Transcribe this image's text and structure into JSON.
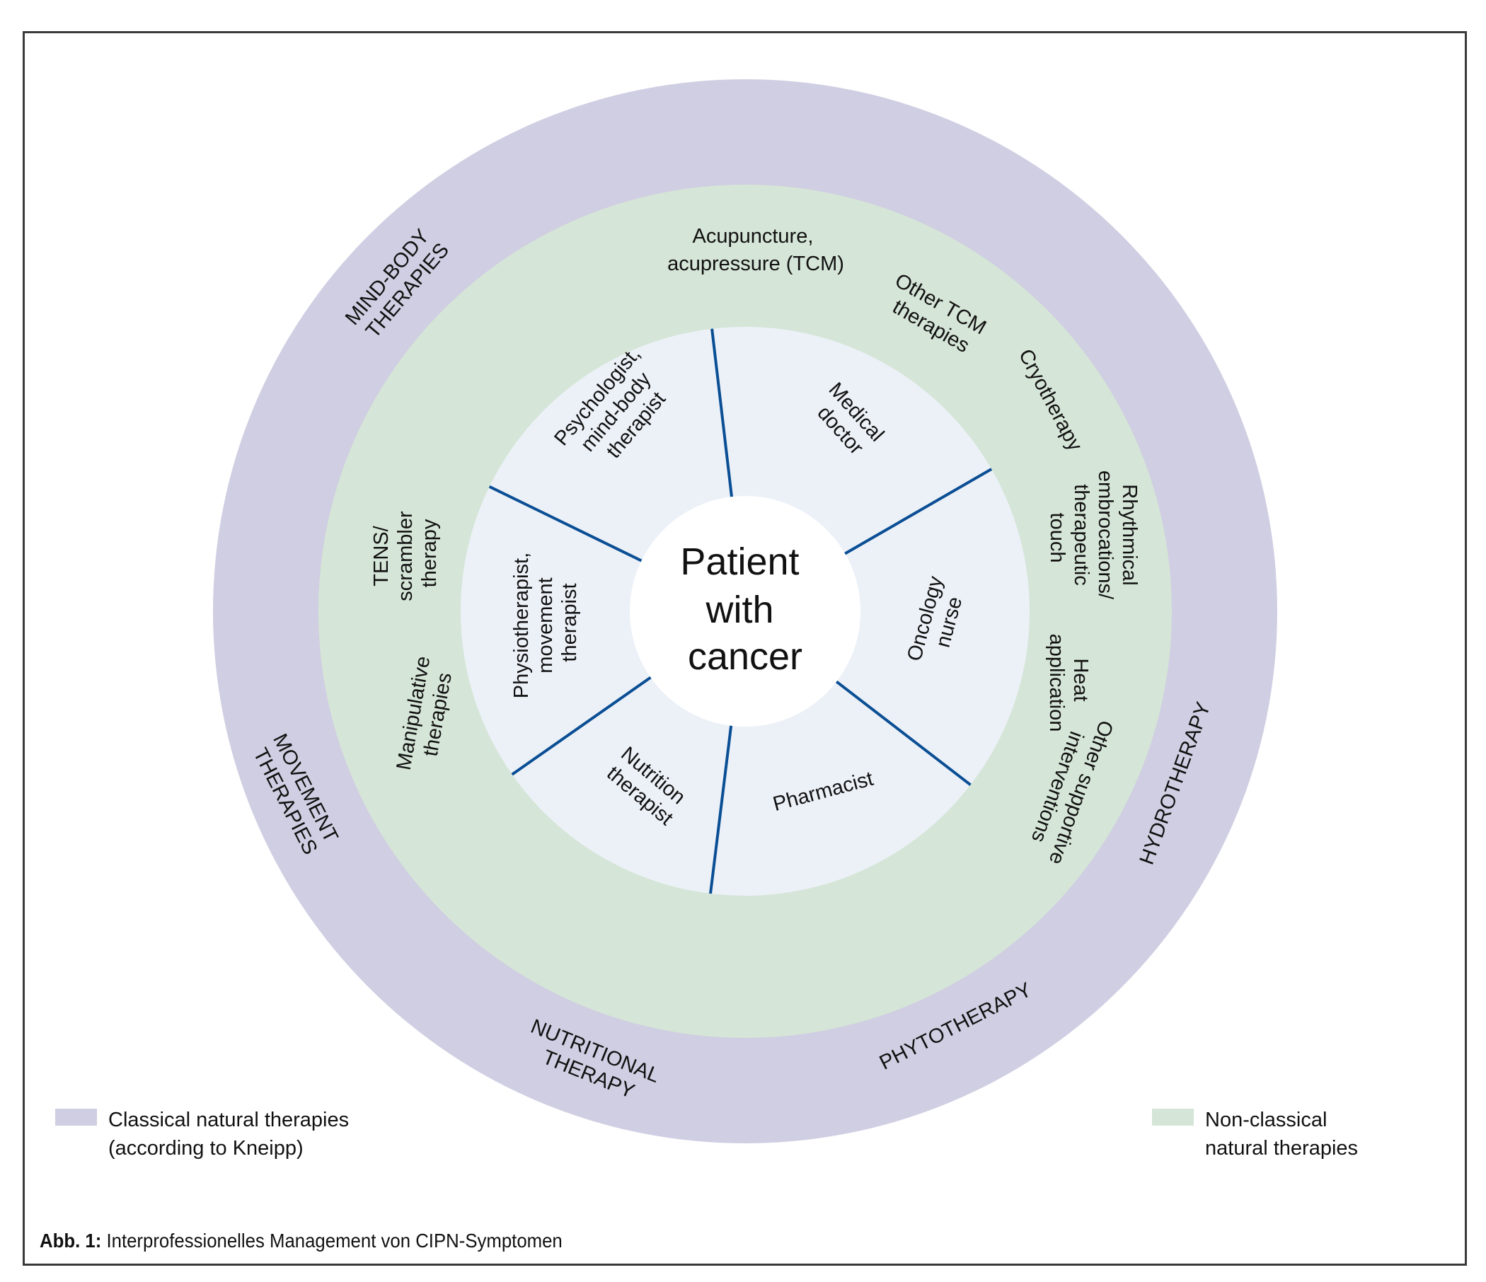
{
  "colors": {
    "classical": "#D0CEE2",
    "non_classical": "#D5E5D7",
    "professions": "#ECF1F8",
    "center": "#FFFFFF",
    "divider": "#0A4E94"
  },
  "center": {
    "lines": [
      "Patient",
      "with",
      "cancer"
    ]
  },
  "professions": [
    {
      "lines": [
        "Psychologist,",
        "mind-body",
        "therapist"
      ]
    },
    {
      "lines": [
        "Medical",
        "doctor"
      ]
    },
    {
      "lines": [
        "Oncology",
        "nurse"
      ]
    },
    {
      "lines": [
        "Pharmacist"
      ]
    },
    {
      "lines": [
        "Nutrition",
        "therapist"
      ]
    },
    {
      "lines": [
        "Physiotherapist,",
        "movement",
        "therapist"
      ]
    }
  ],
  "non_classical_therapies": [
    {
      "lines": [
        "Acupuncture,",
        "acupressure (TCM)"
      ]
    },
    {
      "lines": [
        "Other TCM",
        "therapies"
      ]
    },
    {
      "lines": [
        "Cryotherapy"
      ]
    },
    {
      "lines": [
        "Rhythmical",
        "embrocations/",
        "therapeutic",
        "touch"
      ]
    },
    {
      "lines": [
        "Heat",
        "application"
      ]
    },
    {
      "lines": [
        "Other supportive",
        "interventions"
      ]
    },
    {
      "lines": [
        "TENS/",
        "scrambler",
        "therapy"
      ]
    },
    {
      "lines": [
        "Manipulative",
        "therapies"
      ]
    }
  ],
  "classical_therapies": [
    {
      "lines": [
        "MIND-BODY",
        "THERAPIES"
      ]
    },
    {
      "lines": [
        "HYDROTHERAPY"
      ]
    },
    {
      "lines": [
        "PHYTOTHERAPY"
      ]
    },
    {
      "lines": [
        "NUTRITIONAL",
        "THERAPY"
      ]
    },
    {
      "lines": [
        "MOVEMENT",
        "THERAPIES"
      ]
    }
  ],
  "legend": {
    "classical": {
      "line1": "Classical natural therapies",
      "line2": "(according to Kneipp)"
    },
    "non_classical": {
      "line1": "Non-classical",
      "line2": "natural therapies"
    }
  },
  "caption": {
    "label": "Abb. 1:",
    "text": " Interprofessionelles Management von CIPN-Symptomen"
  }
}
